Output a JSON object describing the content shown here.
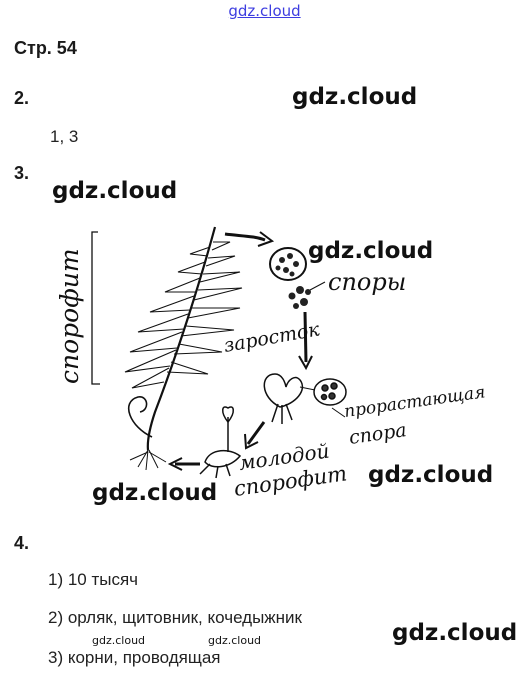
{
  "watermark_top": "gdz.cloud",
  "page_title": "Стр. 54",
  "tasks": [
    {
      "number": "2."
    },
    {
      "number": "3."
    },
    {
      "number": "4."
    }
  ],
  "task2_answer": "1, 3",
  "diagram": {
    "label_sporophyte": "спорофит",
    "label_spores": "споры",
    "label_prothallus": "заросток",
    "label_germinating_line1": "прорастающая",
    "label_germinating_line2": "спора",
    "label_young_line1": "молодой",
    "label_young_line2": "спорофит"
  },
  "task4_answers": [
    "1) 10 тысяч",
    "2) орляк, щитовник, кочедыжник",
    "3) корни, проводящая"
  ],
  "watermarks": {
    "big": "gdz.cloud",
    "small": "gdz.cloud"
  }
}
